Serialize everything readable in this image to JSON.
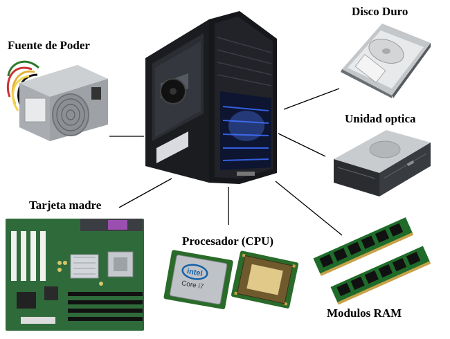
{
  "diagram": {
    "center": {
      "name": "PC tower",
      "icon": "pc-tower-icon"
    },
    "components": [
      {
        "id": "psu",
        "label": "Fuente de Poder",
        "icon": "power-supply-icon"
      },
      {
        "id": "hdd",
        "label": "Disco Duro",
        "icon": "hard-disk-icon"
      },
      {
        "id": "odd",
        "label": "Unidad optica",
        "icon": "optical-drive-icon"
      },
      {
        "id": "mobo",
        "label": "Tarjeta madre",
        "icon": "motherboard-icon"
      },
      {
        "id": "cpu",
        "label": "Procesador (CPU)",
        "icon": "cpu-icon",
        "chip_brand": "intel",
        "chip_model": "Core i7"
      },
      {
        "id": "ram",
        "label": "Modulos RAM",
        "icon": "ram-module-icon"
      }
    ],
    "colors": {
      "tower": "#16171b",
      "led": "#3b6cff",
      "pcb": "#2f6b3a",
      "ram_pcb": "#1f6b2a",
      "metal": "#b9bcbf",
      "gold": "#c8a24a"
    }
  }
}
